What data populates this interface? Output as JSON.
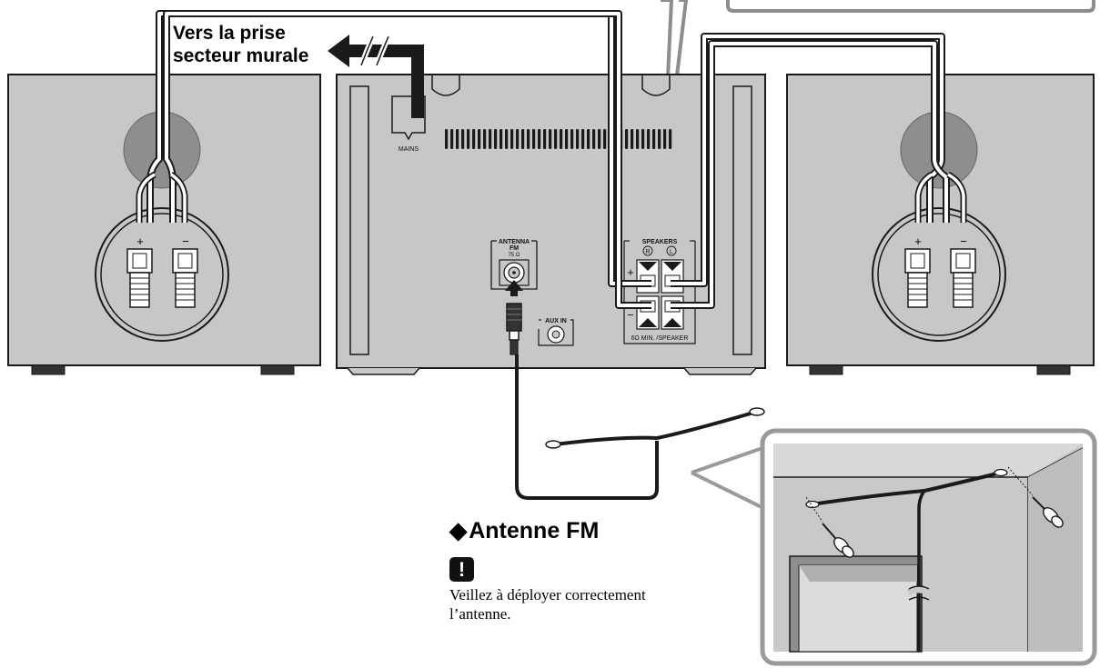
{
  "mains_label": {
    "line1": "Vers la prise",
    "line2": "secteur murale"
  },
  "panel": {
    "mains": "MAINS",
    "antenna_title": "ANTENNA",
    "antenna_band": "FM",
    "antenna_impedance": "75 Ω",
    "aux_in": "AUX IN",
    "speakers_title": "SPEAKERS",
    "channel_right": "R",
    "channel_left": "L",
    "plus": "+",
    "minus": "−",
    "speaker_impedance": "6Ω MIN. /SPEAKER"
  },
  "speaker_terminals": {
    "plus": "+",
    "minus": "−"
  },
  "fm_antenna": {
    "title": "Antenne FM",
    "diamond": "◆",
    "caution_icon": "!",
    "note_line1": "Veillez à déployer correctement",
    "note_line2": "l’antenne."
  },
  "colors": {
    "cabinet": "#c7c7c7",
    "cabinet_dark": "#a8a8a8",
    "outline": "#1a1a1a",
    "callout_border": "#9a9a9a"
  }
}
